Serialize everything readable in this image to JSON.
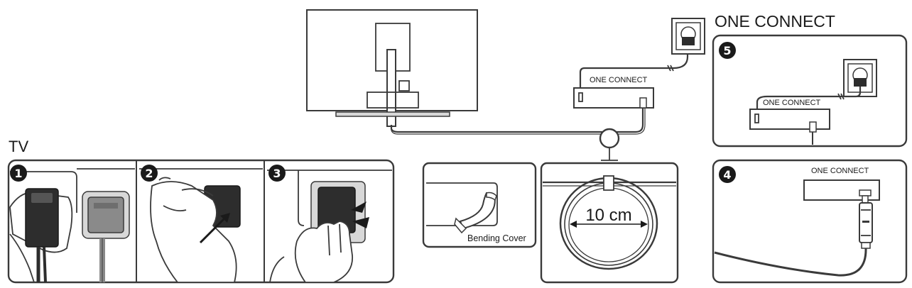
{
  "labels": {
    "tv": "TV",
    "one_connect_title": "ONE CONNECT",
    "one_connect_box_main": "ONE CONNECT",
    "one_connect_box_step5": "ONE CONNECT",
    "one_connect_box_step4": "ONE CONNECT",
    "bending_cover": "Bending Cover",
    "loop_diameter": "10 cm"
  },
  "steps": {
    "s1": "1",
    "s2": "2",
    "s3": "3",
    "s4": "4",
    "s5": "5"
  }
}
